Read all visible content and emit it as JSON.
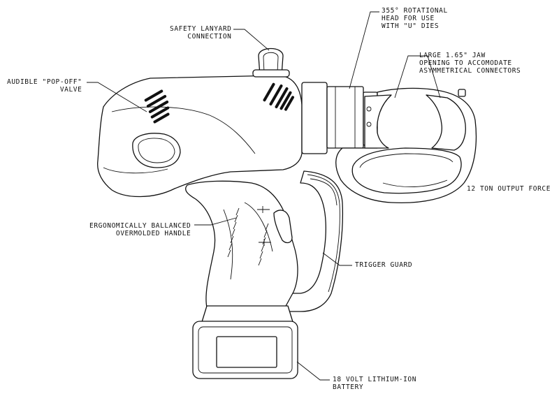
{
  "callouts": {
    "safety_lanyard": [
      "SAFETY LANYARD",
      "CONNECTION"
    ],
    "rotational_head": [
      "355° ROTATIONAL",
      "HEAD FOR USE",
      "WITH \"U\" DIES"
    ],
    "large_jaw": [
      "LARGE 1.65\" JAW",
      "OPENING TO ACCOMODATE",
      "ASYMMETRICAL CONNECTORS"
    ],
    "popoff_valve": [
      "AUDIBLE \"POP-OFF\"",
      "VALVE"
    ],
    "output_force": [
      "12 TON OUTPUT FORCE"
    ],
    "handle": [
      "ERGONOMICALLY BALLANCED",
      "OVERMOLDED HANDLE"
    ],
    "trigger_guard": [
      "TRIGGER GUARD"
    ],
    "battery": [
      "18 VOLT LITHIUM-ION",
      "BATTERY"
    ]
  }
}
